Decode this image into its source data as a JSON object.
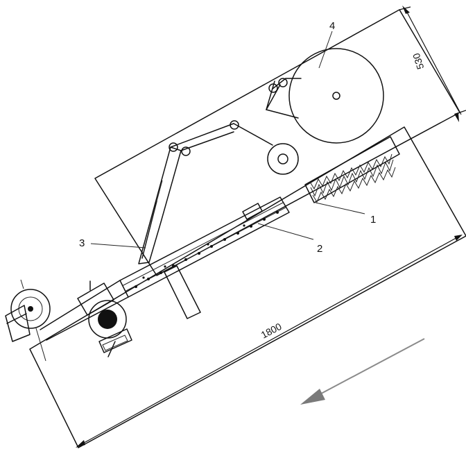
{
  "callouts": {
    "c1": "1",
    "c2": "2",
    "c3": "3",
    "c4": "4"
  },
  "dimensions": {
    "height": "530",
    "length": "1800"
  },
  "colors": {
    "line": "#111111",
    "arrow": "#8a8a8a",
    "background": "#ffffff"
  },
  "icons": {
    "direction": "arrow-down-left-icon"
  }
}
